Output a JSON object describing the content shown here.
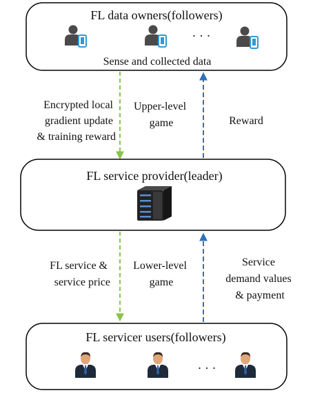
{
  "colors": {
    "box_stroke": "#000000",
    "down_arrow": "#8bc34a",
    "up_arrow": "#2e73b8",
    "device": "#2e9ad6",
    "person_gray": "#4a4a4a",
    "suit": "#1e2a3a",
    "tie": "#2f5fa8"
  },
  "top_box": {
    "title": "FL data owners(followers)",
    "ellipsis": "· · ·",
    "caption": "Sense and collected data",
    "icon": "person-with-phone-icon"
  },
  "middle_box": {
    "title": "FL service provider(leader)",
    "icon": "server-icon"
  },
  "bottom_box": {
    "title": "FL servicer users(followers)",
    "ellipsis": "· · ·",
    "icon": "businessman-icon"
  },
  "upper_game": {
    "left_label": [
      "Encrypted local",
      "gradient update",
      "& training reward"
    ],
    "center_label": [
      "Upper-level",
      "game"
    ],
    "right_label": [
      "Reward"
    ]
  },
  "lower_game": {
    "left_label": [
      "FL service &",
      "service price"
    ],
    "center_label": [
      "Lower-level",
      "game"
    ],
    "right_label": [
      "Service",
      "demand values",
      "& payment"
    ]
  }
}
